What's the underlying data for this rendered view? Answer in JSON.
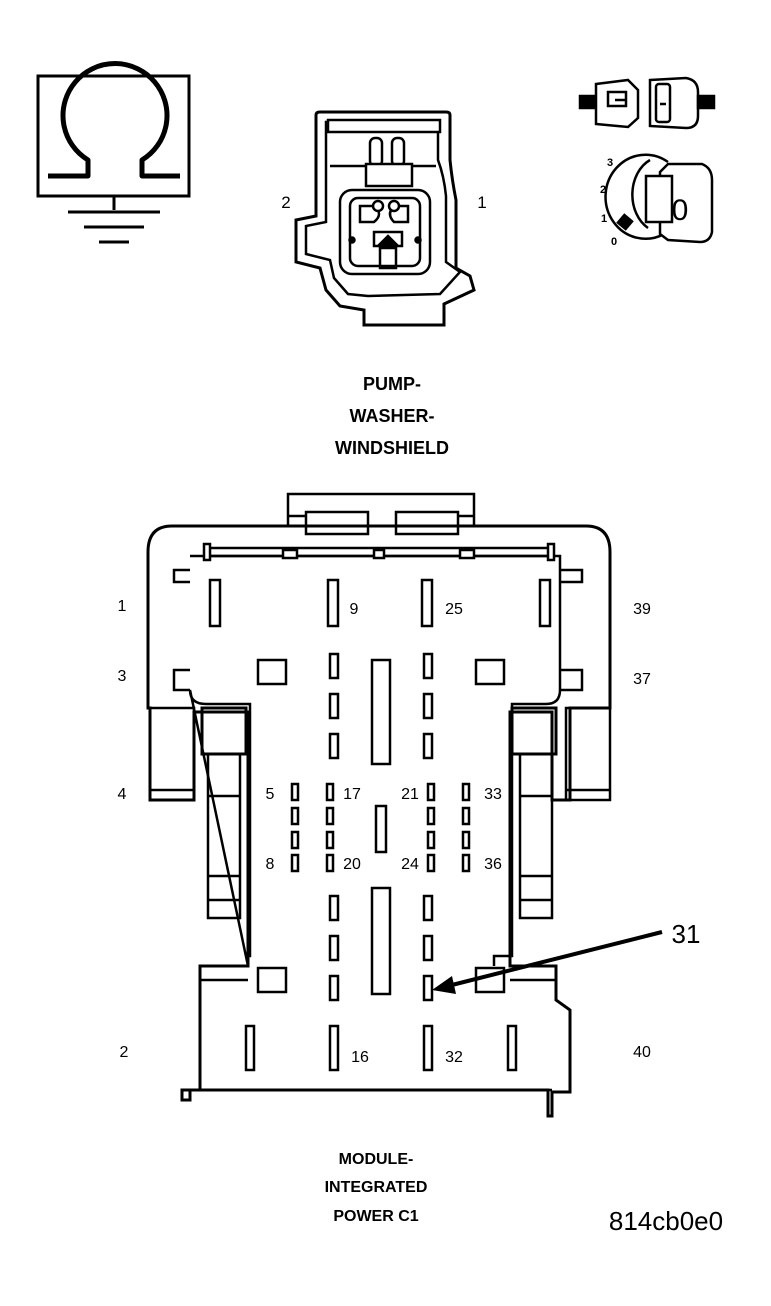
{
  "icons": {
    "ohmmeter": "ohmmeter-ground-icon",
    "disconnect": "connector-disconnect-icon",
    "ignition": "ignition-switch-off-icon"
  },
  "ignition": {
    "positions": [
      "3",
      "2",
      "1",
      "0"
    ],
    "key_label": "0"
  },
  "pump_connector": {
    "pin_left": "2",
    "pin_right": "1",
    "title_lines": [
      "PUMP-",
      "WASHER-",
      "WINDSHIELD"
    ]
  },
  "module_connector": {
    "pin_labels": {
      "p1": "1",
      "p9": "9",
      "p25": "25",
      "p39": "39",
      "p3": "3",
      "p37": "37",
      "p4": "4",
      "p5": "5",
      "p17": "17",
      "p21": "21",
      "p33": "33",
      "p8": "8",
      "p20": "20",
      "p24": "24",
      "p36": "36",
      "p2": "2",
      "p16": "16",
      "p32": "32",
      "p40": "40"
    },
    "callout": "31",
    "title_lines": [
      "MODULE-",
      "INTEGRATED",
      "POWER C1"
    ]
  },
  "figure_id": "814cb0e0"
}
